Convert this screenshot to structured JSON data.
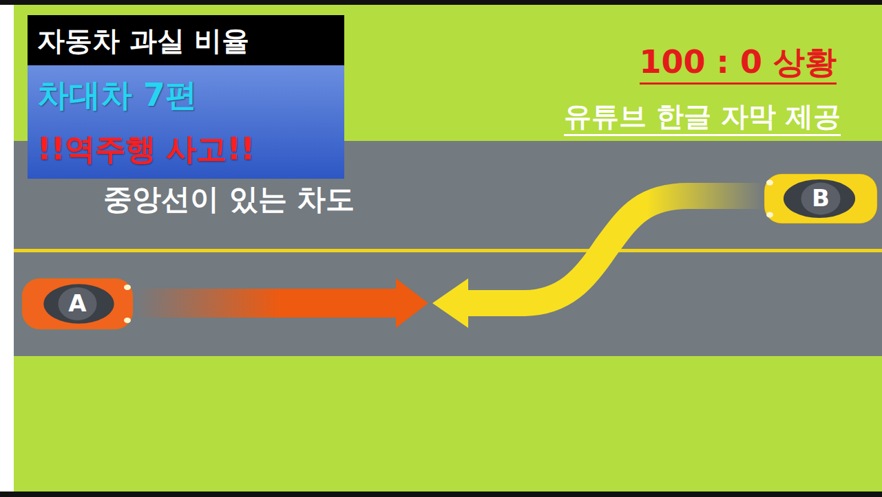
{
  "diagram": {
    "nodes": [
      {
        "text": [
          "자동차 과실 비율"
        ]
      },
      {
        "text": [
          "차대차 7편",
          "!!역주행 사고!!"
        ]
      },
      {
        "text": [
          "A"
        ]
      },
      {
        "text": [
          "B"
        ]
      }
    ],
    "labels": [
      "100 : 0 상황",
      "유튜브 한글 자막 제공",
      "중앙선이 있는 차도"
    ]
  }
}
